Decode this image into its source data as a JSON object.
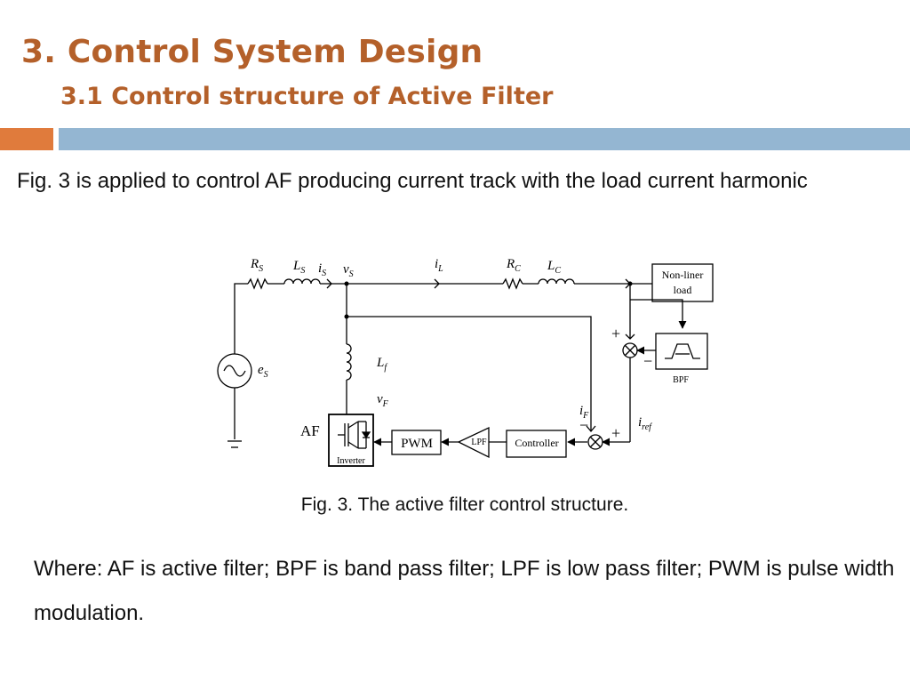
{
  "slide": {
    "title": "3. Control System Design",
    "subtitle": "3.1 Control structure of Active Filter",
    "paragraph": "Fig. 3 is applied to control AF producing current track with the load current harmonic",
    "caption": "Fig. 3. The active filter control structure.",
    "note": "Where: AF is active filter; BPF is band pass filter; LPF is low pass filter; PWM is pulse width modulation."
  },
  "diagram": {
    "labels": {
      "rs": "R",
      "rs_sub": "S",
      "ls": "L",
      "ls_sub": "S",
      "is": "i",
      "is_sub": "S",
      "vs": "v",
      "vs_sub": "S",
      "il": "i",
      "il_sub": "L",
      "rc": "R",
      "rc_sub": "C",
      "lc": "L",
      "lc_sub": "C",
      "es": "e",
      "es_sub": "S",
      "lf": "L",
      "lf_sub": "f",
      "vf": "v",
      "vf_sub": "F",
      "if": "i",
      "if_sub": "F",
      "iref": "i",
      "iref_sub": "ref",
      "af": "AF"
    },
    "blocks": {
      "load_line1": "Non-liner",
      "load_line2": "load",
      "bpf": "BPF",
      "pwm": "PWM",
      "lpf": "LPF",
      "controller": "Controller",
      "inverter": "Inverter"
    },
    "signs": {
      "sum1_plus": "+",
      "sum1_minus": "−",
      "sum2_minus": "−",
      "sum2_plus": "+"
    }
  },
  "colors": {
    "title": "#b4602a",
    "accent_bar_orange": "#e07b3c",
    "accent_bar_blue": "#94b6d2"
  }
}
